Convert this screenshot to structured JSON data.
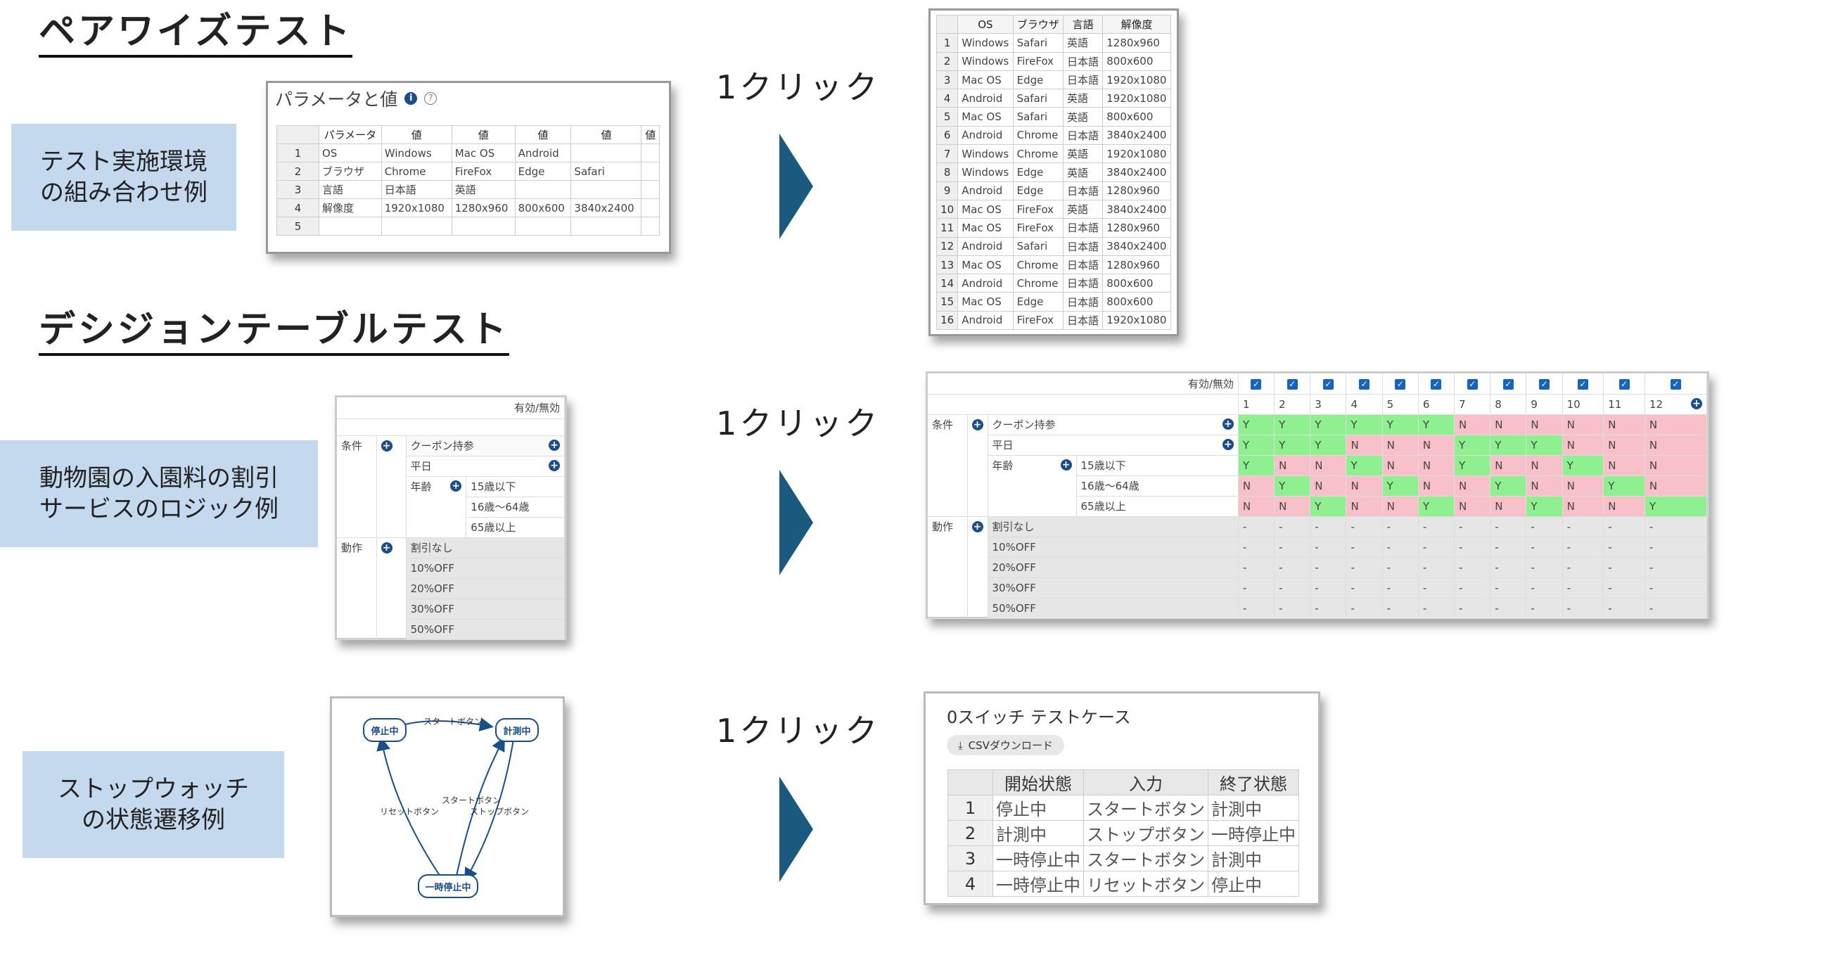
{
  "sections": {
    "pairwise_title": "ペアワイズテスト",
    "decision_title": "デシジョンテーブルテスト"
  },
  "labels": {
    "env": "テスト実施環境\nの組み合わせ例",
    "zoo": "動物園の入園料の割引\nサービスのロジック例",
    "sw": "ストップウォッチ\nの状態遷移例"
  },
  "click_label": "1クリック",
  "params": {
    "title": "パラメータと値",
    "header": [
      "パラメータ",
      "値",
      "値",
      "値",
      "値",
      "値"
    ],
    "rows": [
      [
        "1",
        "OS",
        "Windows",
        "Mac OS",
        "Android",
        "",
        ""
      ],
      [
        "2",
        "ブラウザ",
        "Chrome",
        "FireFox",
        "Edge",
        "Safari",
        ""
      ],
      [
        "3",
        "言語",
        "日本語",
        "英語",
        "",
        "",
        ""
      ],
      [
        "4",
        "解像度",
        "1920x1080",
        "1280x960",
        "800x600",
        "3840x2400",
        ""
      ],
      [
        "5",
        "",
        "",
        "",
        "",
        "",
        ""
      ]
    ]
  },
  "pairwise": {
    "header": [
      "",
      "OS",
      "ブラウザ",
      "言語",
      "解像度"
    ],
    "rows": [
      [
        "1",
        "Windows",
        "Safari",
        "英語",
        "1280x960"
      ],
      [
        "2",
        "Windows",
        "FireFox",
        "日本語",
        "800x600"
      ],
      [
        "3",
        "Mac OS",
        "Edge",
        "日本語",
        "1920x1080"
      ],
      [
        "4",
        "Android",
        "Safari",
        "英語",
        "1920x1080"
      ],
      [
        "5",
        "Mac OS",
        "Safari",
        "英語",
        "800x600"
      ],
      [
        "6",
        "Android",
        "Chrome",
        "日本語",
        "3840x2400"
      ],
      [
        "7",
        "Windows",
        "Chrome",
        "英語",
        "1920x1080"
      ],
      [
        "8",
        "Windows",
        "Edge",
        "英語",
        "3840x2400"
      ],
      [
        "9",
        "Android",
        "Edge",
        "日本語",
        "1280x960"
      ],
      [
        "10",
        "Mac OS",
        "FireFox",
        "英語",
        "3840x2400"
      ],
      [
        "11",
        "Mac OS",
        "FireFox",
        "日本語",
        "1280x960"
      ],
      [
        "12",
        "Android",
        "Safari",
        "日本語",
        "3840x2400"
      ],
      [
        "13",
        "Mac OS",
        "Chrome",
        "日本語",
        "1280x960"
      ],
      [
        "14",
        "Android",
        "Chrome",
        "日本語",
        "800x600"
      ],
      [
        "15",
        "Mac OS",
        "Edge",
        "日本語",
        "800x600"
      ],
      [
        "16",
        "Android",
        "FireFox",
        "日本語",
        "1920x1080"
      ]
    ]
  },
  "decision": {
    "valid_label": "有効/無効",
    "condition": "条件",
    "action": "動作",
    "coupon": "クーポン持参",
    "weekday": "平日",
    "age": "年齢",
    "age_items": [
      "15歳以下",
      "16歳〜64歳",
      "65歳以上"
    ],
    "actions": [
      "割引なし",
      "10%OFF",
      "20%OFF",
      "30%OFF",
      "50%OFF"
    ],
    "columns": [
      "1",
      "2",
      "3",
      "4",
      "5",
      "6",
      "7",
      "8",
      "9",
      "10",
      "11",
      "12"
    ],
    "values": [
      [
        "Y",
        "Y",
        "Y",
        "Y",
        "Y",
        "Y",
        "N",
        "N",
        "N",
        "N",
        "N",
        "N"
      ],
      [
        "Y",
        "Y",
        "Y",
        "N",
        "N",
        "N",
        "Y",
        "Y",
        "Y",
        "N",
        "N",
        "N"
      ],
      [
        "Y",
        "N",
        "N",
        "Y",
        "N",
        "N",
        "Y",
        "N",
        "N",
        "Y",
        "N",
        "N"
      ],
      [
        "N",
        "Y",
        "N",
        "N",
        "Y",
        "N",
        "N",
        "Y",
        "N",
        "N",
        "Y",
        "N"
      ],
      [
        "N",
        "N",
        "Y",
        "N",
        "N",
        "Y",
        "N",
        "N",
        "Y",
        "N",
        "N",
        "Y"
      ]
    ],
    "action_value": "-"
  },
  "state": {
    "nodes": {
      "stopped": "停止中",
      "measuring": "計測中",
      "paused": "一時停止中"
    },
    "edges": {
      "start1": "スタートボタン",
      "reset": "リセットボタン",
      "start2": "スタートボタン",
      "stop": "ストップボタン"
    }
  },
  "switch": {
    "title": "0スイッチ テストケース",
    "csv": "CSVダウンロード",
    "header": [
      "",
      "開始状態",
      "入力",
      "終了状態"
    ],
    "rows": [
      [
        "1",
        "停止中",
        "スタートボタン",
        "計測中"
      ],
      [
        "2",
        "計測中",
        "ストップボタン",
        "一時停止中"
      ],
      [
        "3",
        "一時停止中",
        "スタートボタン",
        "計測中"
      ],
      [
        "4",
        "一時停止中",
        "リセットボタン",
        "停止中"
      ]
    ]
  },
  "colors": {
    "arrow": "#1a5a7e",
    "label_bg": "#c5d9ee",
    "yes": "#8ff08f",
    "no": "#f8c0c8",
    "accent": "#1565c0"
  }
}
